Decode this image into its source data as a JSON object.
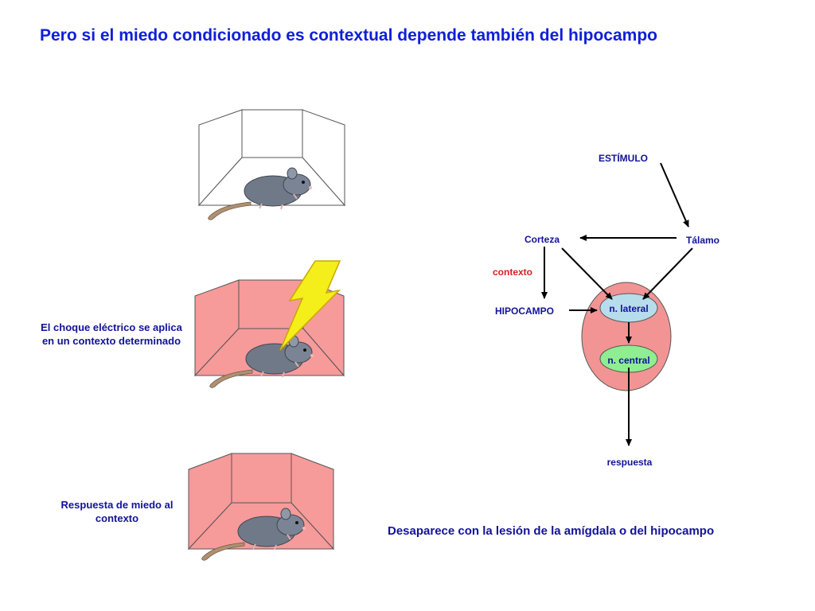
{
  "title": "Pero si el miedo condicionado es contextual depende también del hipocampo",
  "captions": {
    "shock": [
      "El choque eléctrico se aplica",
      "en un contexto determinado"
    ],
    "response": [
      "Respuesta de miedo al",
      "contexto"
    ]
  },
  "diagram": {
    "stimulus": "ESTÍMULO",
    "thalamus": "Tálamo",
    "cortex": "Corteza",
    "context": "contexto",
    "hippocampus": "HIPOCAMPO",
    "lateral": "n. lateral",
    "central": "n. central",
    "response": "respuesta"
  },
  "bottom_note": "Desaparece con la lesión de la amígdala o del hipocampo",
  "colors": {
    "title": "#0f1fd8",
    "label": "#12129a",
    "context_red": "#d62020",
    "box_fill": "#f79a9a",
    "amygdala": "#f29494",
    "lateral_nucleus": "#b7dcec",
    "central_nucleus": "#8fee8f",
    "bolt": "#f4ee1a",
    "rat": "#707a88"
  }
}
